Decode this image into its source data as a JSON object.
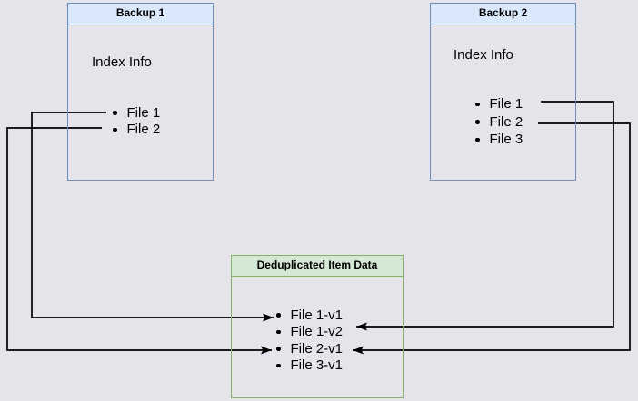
{
  "diagram": {
    "boxes": {
      "backup1": {
        "title": "Backup 1",
        "subtitle": "Index Info",
        "items": [
          "File 1",
          "File 2"
        ]
      },
      "backup2": {
        "title": "Backup 2",
        "subtitle": "Index Info",
        "items": [
          "File 1",
          "File 2",
          "File 3"
        ]
      },
      "dedup": {
        "title": "Deduplicated Item Data",
        "items": [
          "File 1-v1",
          "File 1-v2",
          "File 2-v1",
          "File 3-v1"
        ]
      }
    },
    "connectors": [
      {
        "from": "Backup 1 / File 1",
        "to": "Deduplicated Item Data / File 1-v1"
      },
      {
        "from": "Backup 1 / File 2",
        "to": "Deduplicated Item Data / File 2-v1"
      },
      {
        "from": "Backup 2 / File 1",
        "to": "Deduplicated Item Data / File 1-v2"
      },
      {
        "from": "Backup 2 / File 2",
        "to": "Deduplicated Item Data / File 2-v1"
      }
    ],
    "colors": {
      "background": "#e5e4eb",
      "blue_header_bg": "#dae8fc",
      "blue_border": "#6c8ebf",
      "green_header_bg": "#d5e8d4",
      "green_border": "#82b366",
      "connector": "#000000",
      "text": "#000000"
    }
  }
}
